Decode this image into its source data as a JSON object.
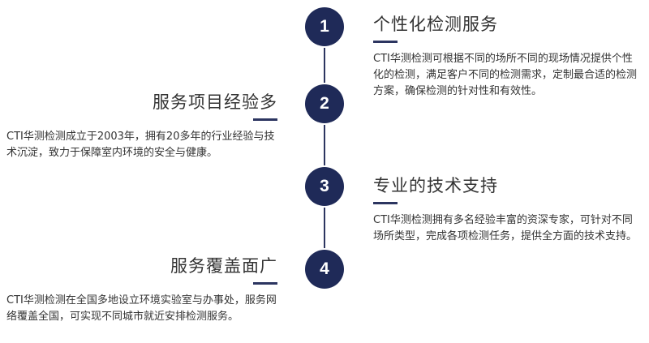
{
  "timeline": {
    "steps": [
      {
        "number": "1",
        "title": "个性化检测服务",
        "description": "CTI华测检测可根据不同的场所不同的现场情况提供个性化的检测，满足客户不同的检测需求，定制最合适的检测方案，确保检测的针对性和有效性。"
      },
      {
        "number": "2",
        "title": "服务项目经验多",
        "description": "CTI华测检测成立于2003年，拥有20多年的行业经验与技术沉淀，致力于保障室内环境的安全与健康。"
      },
      {
        "number": "3",
        "title": "专业的技术支持",
        "description": "CTI华测检测拥有多名经验丰富的资深专家，可针对不同场所类型，完成各项检测任务，提供全方面的技术支持。"
      },
      {
        "number": "4",
        "title": "服务覆盖面广",
        "description": "CTI华测检测在全国多地设立环境实验室与办事处，服务网络覆盖全国，可实现不同城市就近安排检测服务。"
      }
    ]
  },
  "colors": {
    "accent": "#1f2a58",
    "text": "#333333"
  }
}
